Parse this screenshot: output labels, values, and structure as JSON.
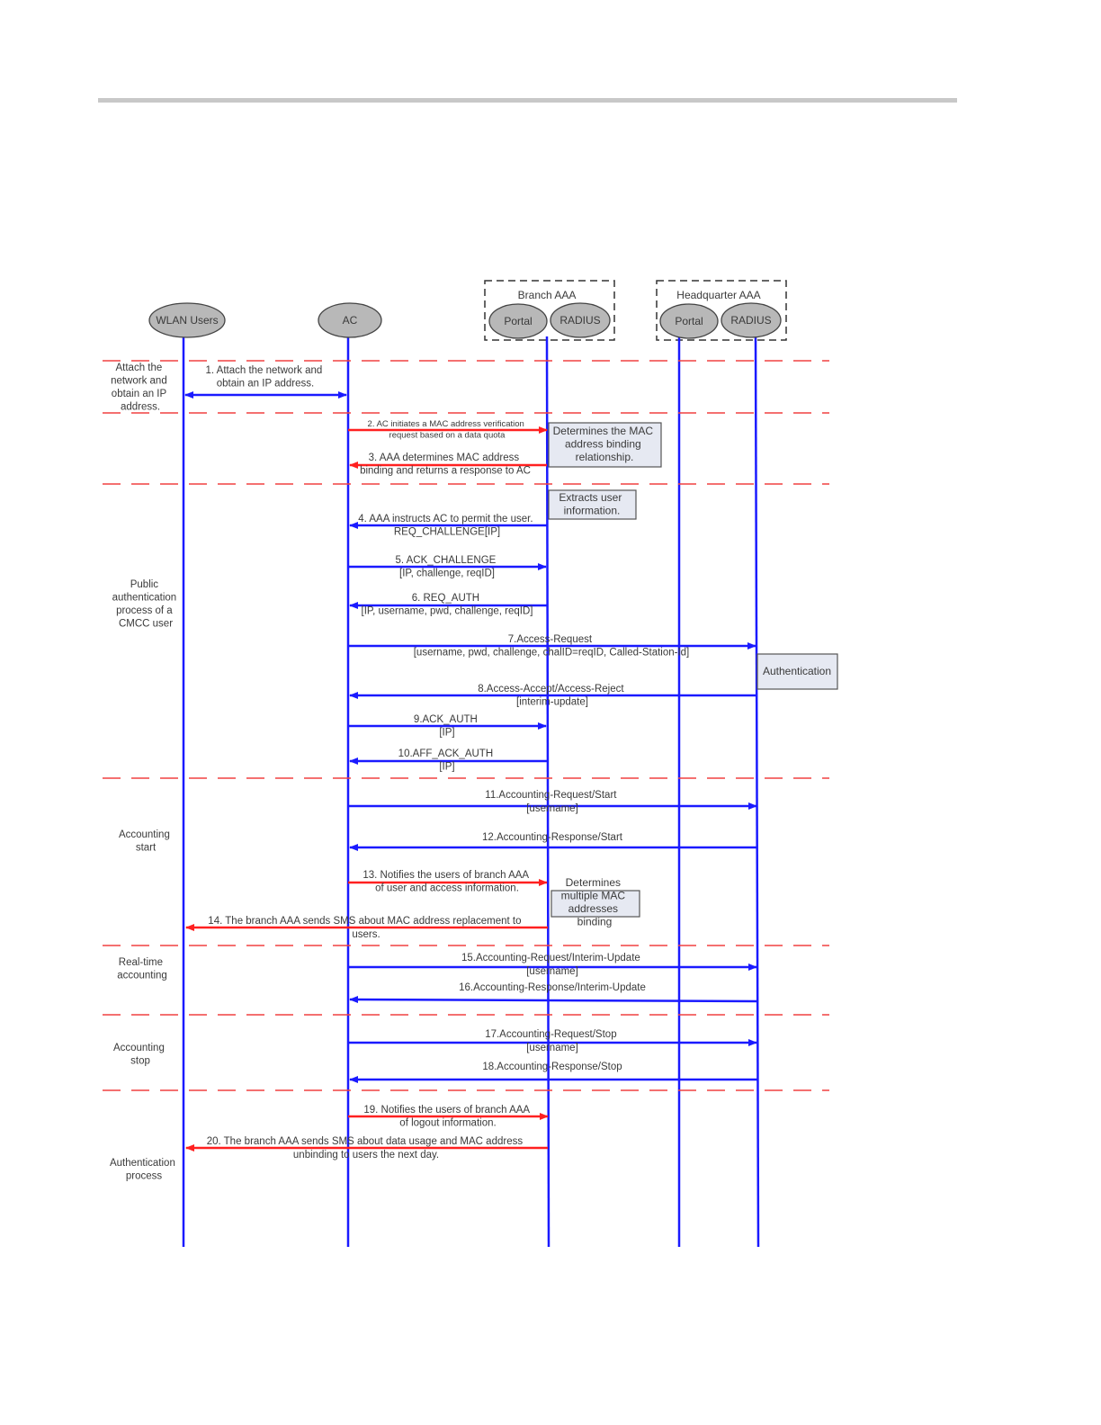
{
  "groups": {
    "branch": "Branch AAA",
    "hq": "Headquarter AAA"
  },
  "entities": {
    "wlan": "WLAN Users",
    "ac": "AC",
    "branch_portal": "Portal",
    "branch_radius": "RADIUS",
    "hq_portal": "Portal",
    "hq_radius": "RADIUS"
  },
  "phases": {
    "attach": [
      "Attach the",
      "network and",
      "obtain an IP",
      "address."
    ],
    "public_auth": [
      "Public",
      "authentication",
      "process of a",
      "CMCC user"
    ],
    "acct_start": [
      "Accounting",
      "start"
    ],
    "realtime": [
      "Real-time",
      "accounting"
    ],
    "acct_stop": [
      "Accounting",
      "stop"
    ],
    "auth_process": [
      "Authentication",
      "process"
    ]
  },
  "notes": {
    "mac_binding": [
      "Determines the MAC",
      "address binding",
      "relationship."
    ],
    "extract": [
      "Extracts user",
      "information."
    ],
    "authentication": [
      "Authentication"
    ],
    "multi_mac": [
      "Determines",
      "multiple MAC",
      "addresses",
      "binding"
    ]
  },
  "messages": {
    "m1": [
      "1. Attach the network and",
      "obtain an IP address."
    ],
    "m2": [
      "2. AC initiates a MAC address verification",
      "request based on a data quota"
    ],
    "m3": [
      "3.   AAA determines MAC address",
      "binding and returns a response to  AC"
    ],
    "m4": [
      "4. AAA instructs AC to permit the user.",
      "REQ_CHALLENGE[IP]"
    ],
    "m5": [
      "5. ACK_CHALLENGE",
      "[IP, challenge, reqID]"
    ],
    "m6": [
      "6. REQ_AUTH",
      "[IP, username, pwd, challenge, reqID]"
    ],
    "m7": [
      "7.Access-Request",
      "[username, pwd, challenge, chalID=reqID, Called-Station-Id]"
    ],
    "m8": [
      "8.Access-Accept/Access-Reject",
      "[interim-update]"
    ],
    "m9": [
      "9.ACK_AUTH",
      "[IP]"
    ],
    "m10": [
      "10.AFF_ACK_AUTH",
      "[IP]"
    ],
    "m11": [
      "11.Accounting-Request/Start",
      "[username]"
    ],
    "m12": [
      "12.Accounting-Response/Start"
    ],
    "m13": [
      "13.  Notifies the users of branch AAA",
      "of user and access information."
    ],
    "m14": [
      "14. The branch AAA sends SMS about MAC address replacement to",
      "users."
    ],
    "m15": [
      "15.Accounting-Request/Interim-Update",
      "[username]"
    ],
    "m16": [
      "16.Accounting-Response/Interim-Update"
    ],
    "m17": [
      "17.Accounting-Request/Stop",
      "[username]"
    ],
    "m18": [
      "18.Accounting-Response/Stop"
    ],
    "m19": [
      "19. Notifies the users of branch AAA",
      "of logout information."
    ],
    "m20": [
      "20. The branch AAA sends SMS about  data usage and MAC address",
      "unbinding to users the next day."
    ]
  },
  "colors": {
    "lifeline": "#1a1aff",
    "arrow_blue": "#1a1aff",
    "arrow_red": "#ff2020",
    "phase_divider": "#f04040",
    "entity_fill": "#b8b8b8",
    "note_fill": "#e6e9f2",
    "note_border": "#555555",
    "top_rule": "#c8c8c8"
  }
}
